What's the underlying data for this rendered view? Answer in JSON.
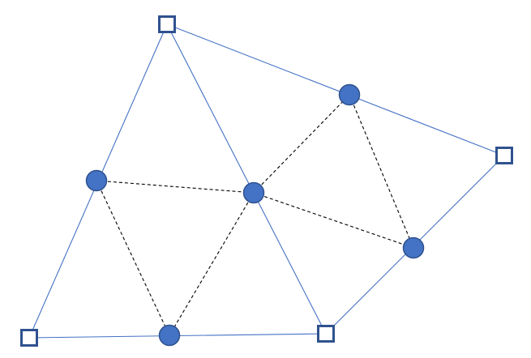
{
  "colors": {
    "edge": "#4472c4",
    "node_fill": "#4472c4",
    "node_stroke": "#2f528f",
    "square_stroke": "#2f528f",
    "square_fill": "#ffffff",
    "dashed": "#000000"
  },
  "nodes": [
    {
      "id": "v-top",
      "shape": "square-node"
    },
    {
      "id": "v-right",
      "shape": "square-node"
    },
    {
      "id": "v-bottom-left",
      "shape": "square-node"
    },
    {
      "id": "v-bottom-mid",
      "shape": "square-node"
    },
    {
      "id": "m-upper-right",
      "shape": "circle-node"
    },
    {
      "id": "m-left",
      "shape": "circle-node"
    },
    {
      "id": "m-center",
      "shape": "circle-node"
    },
    {
      "id": "m-right",
      "shape": "circle-node"
    },
    {
      "id": "m-bottom",
      "shape": "circle-node"
    }
  ],
  "solid_edges": [
    [
      "v-top",
      "v-bottom-left"
    ],
    [
      "v-top",
      "v-bottom-mid"
    ],
    [
      "v-top",
      "v-right"
    ],
    [
      "v-right",
      "v-bottom-mid"
    ],
    [
      "v-bottom-left",
      "v-bottom-mid"
    ]
  ],
  "dashed_edges": [
    [
      "m-left",
      "m-center"
    ],
    [
      "m-left",
      "m-bottom"
    ],
    [
      "m-center",
      "m-bottom"
    ],
    [
      "m-center",
      "m-upper-right"
    ],
    [
      "m-center",
      "m-right"
    ],
    [
      "m-upper-right",
      "m-right"
    ]
  ]
}
